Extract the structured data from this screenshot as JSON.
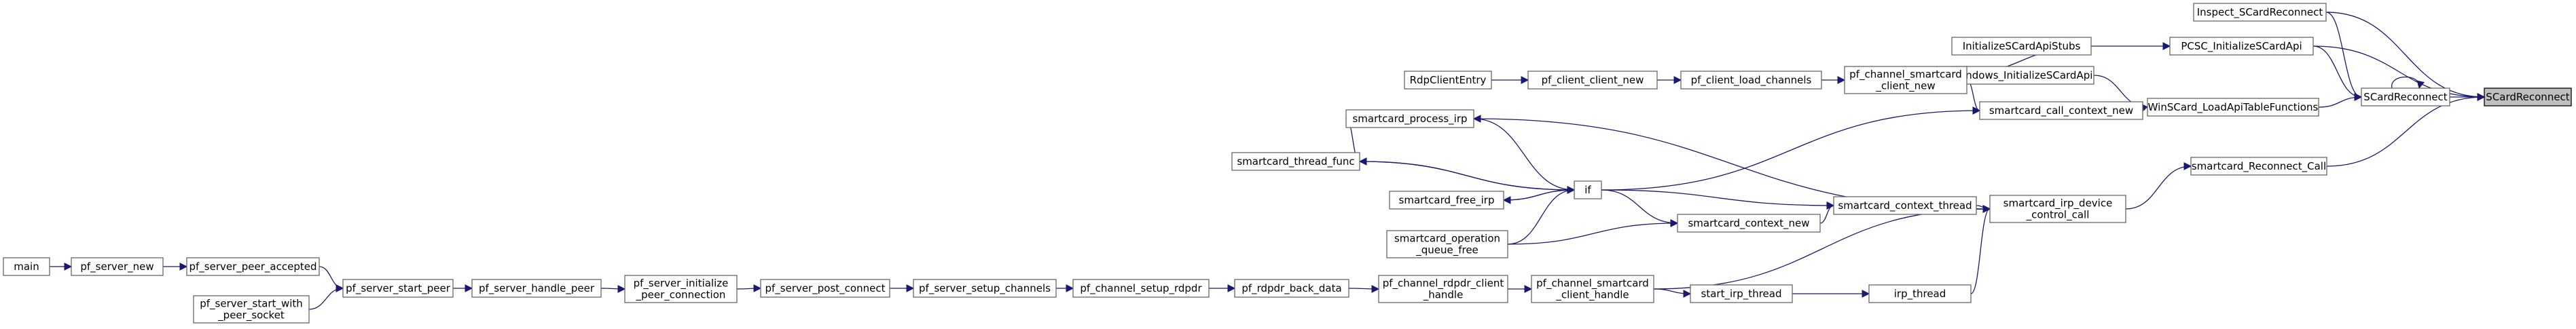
{
  "nodes": {
    "scardreconnect_root": [
      "SCardReconnect"
    ],
    "inspect": [
      "Inspect_SCardReconnect"
    ],
    "pcsc_init": [
      "PCSC_InitializeSCardApi"
    ],
    "scardreconnect": [
      "SCardReconnect"
    ],
    "smartcard_reconnect_call": [
      "smartcard_Reconnect_Call"
    ],
    "initialize_stubs": [
      "InitializeSCardApiStubs"
    ],
    "windows_init": [
      "Windows_InitializeSCardApi"
    ],
    "winscard_load": [
      "WinSCard_LoadApiTableFunctions"
    ],
    "smartcard_call_context_new": [
      "smartcard_call_context_new"
    ],
    "smartcard_irp_device": [
      "smartcard_irp_device",
      "_control_call"
    ],
    "rdpclient_entry": [
      "RdpClientEntry"
    ],
    "pf_client_client_new": [
      "pf_client_client_new"
    ],
    "pf_client_load_channels": [
      "pf_client_load_channels"
    ],
    "pf_channel_smartcard_client_new": [
      "pf_channel_smartcard",
      "_client_new"
    ],
    "smartcard_process_irp": [
      "smartcard_process_irp"
    ],
    "smartcard_thread_func": [
      "smartcard_thread_func"
    ],
    "if": [
      "if"
    ],
    "smartcard_free_irp": [
      "smartcard_free_irp"
    ],
    "smartcard_operation_queue_free": [
      "smartcard_operation",
      "_queue_free"
    ],
    "smartcard_context_thread": [
      "smartcard_context_thread"
    ],
    "smartcard_context_new": [
      "smartcard_context_new"
    ],
    "irp_thread": [
      "irp_thread"
    ],
    "start_irp_thread": [
      "start_irp_thread"
    ],
    "pf_channel_smartcard_client_handle": [
      "pf_channel_smartcard",
      "_client_handle"
    ],
    "pf_channel_rdpdr_client_handle": [
      "pf_channel_rdpdr_client",
      "_handle"
    ],
    "pf_rdpdr_back_data": [
      "pf_rdpdr_back_data"
    ],
    "pf_channel_setup_rdpdr": [
      "pf_channel_setup_rdpdr"
    ],
    "pf_server_setup_channels": [
      "pf_server_setup_channels"
    ],
    "pf_server_post_connect": [
      "pf_server_post_connect"
    ],
    "pf_server_initialize_peer_connection": [
      "pf_server_initialize",
      "_peer_connection"
    ],
    "pf_server_handle_peer": [
      "pf_server_handle_peer"
    ],
    "pf_server_start_peer": [
      "pf_server_start_peer"
    ],
    "pf_server_peer_accepted": [
      "pf_server_peer_accepted"
    ],
    "pf_server_start_with_peer_socket": [
      "pf_server_start_with",
      "_peer_socket"
    ],
    "pf_server_new": [
      "pf_server_new"
    ],
    "main": [
      "main"
    ]
  },
  "edges": [
    [
      "scardreconnect_root",
      "inspect"
    ],
    [
      "scardreconnect_root",
      "pcsc_init"
    ],
    [
      "scardreconnect_root",
      "scardreconnect"
    ],
    [
      "scardreconnect_root",
      "smartcard_reconnect_call"
    ],
    [
      "scardreconnect",
      "inspect"
    ],
    [
      "scardreconnect",
      "pcsc_init"
    ],
    [
      "scardreconnect",
      "scardreconnect"
    ],
    [
      "scardreconnect",
      "winscard_load"
    ],
    [
      "pcsc_init",
      "initialize_stubs"
    ],
    [
      "winscard_load",
      "windows_init"
    ],
    [
      "winscard_load",
      "smartcard_call_context_new"
    ],
    [
      "windows_init",
      "initialize_stubs"
    ],
    [
      "smartcard_reconnect_call",
      "smartcard_irp_device"
    ],
    [
      "smartcard_call_context_new",
      "pf_channel_smartcard_client_new"
    ],
    [
      "smartcard_call_context_new",
      "if"
    ],
    [
      "pf_channel_smartcard_client_new",
      "pf_client_load_channels"
    ],
    [
      "pf_client_load_channels",
      "pf_client_client_new"
    ],
    [
      "pf_client_client_new",
      "rdpclient_entry"
    ],
    [
      "smartcard_irp_device",
      "smartcard_process_irp"
    ],
    [
      "smartcard_irp_device",
      "smartcard_context_thread"
    ],
    [
      "smartcard_irp_device",
      "irp_thread"
    ],
    [
      "smartcard_irp_device",
      "pf_channel_smartcard_client_handle"
    ],
    [
      "smartcard_process_irp",
      "smartcard_thread_func"
    ],
    [
      "smartcard_process_irp",
      "if"
    ],
    [
      "smartcard_thread_func",
      "if"
    ],
    [
      "if",
      "smartcard_thread_func"
    ],
    [
      "if",
      "smartcard_free_irp"
    ],
    [
      "if",
      "smartcard_operation_queue_free"
    ],
    [
      "smartcard_free_irp",
      "if"
    ],
    [
      "smartcard_context_thread",
      "if"
    ],
    [
      "smartcard_context_thread",
      "smartcard_context_new"
    ],
    [
      "smartcard_context_new",
      "if"
    ],
    [
      "smartcard_context_new",
      "smartcard_operation_queue_free"
    ],
    [
      "irp_thread",
      "start_irp_thread"
    ],
    [
      "start_irp_thread",
      "pf_channel_smartcard_client_handle"
    ],
    [
      "pf_channel_smartcard_client_handle",
      "pf_channel_rdpdr_client_handle"
    ],
    [
      "pf_channel_rdpdr_client_handle",
      "pf_rdpdr_back_data"
    ],
    [
      "pf_rdpdr_back_data",
      "pf_channel_setup_rdpdr"
    ],
    [
      "pf_channel_setup_rdpdr",
      "pf_server_setup_channels"
    ],
    [
      "pf_server_setup_channels",
      "pf_server_post_connect"
    ],
    [
      "pf_server_post_connect",
      "pf_server_initialize_peer_connection"
    ],
    [
      "pf_server_initialize_peer_connection",
      "pf_server_handle_peer"
    ],
    [
      "pf_server_handle_peer",
      "pf_server_start_peer"
    ],
    [
      "pf_server_start_peer",
      "pf_server_peer_accepted"
    ],
    [
      "pf_server_start_peer",
      "pf_server_start_with_peer_socket"
    ],
    [
      "pf_server_peer_accepted",
      "pf_server_new"
    ],
    [
      "pf_server_new",
      "main"
    ]
  ],
  "colors": {
    "edge": "#191970",
    "node_border": "#666666",
    "root_fill": "#bfbfbf"
  }
}
